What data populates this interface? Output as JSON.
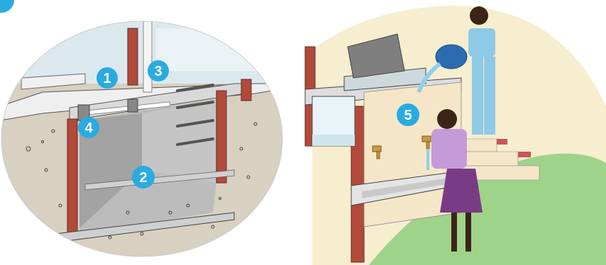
{
  "colors": {
    "badge": "#29abe2",
    "soil": "#d8d0c0",
    "sky": "#dbe9ef",
    "brick": "#b24a3c",
    "tank_wall": "#9a9a9a",
    "tank_interior": "#b9b9b9",
    "wall_cream": "#f6e6c8",
    "grass": "#9fd38a",
    "backdrop": "#f7edcf",
    "sink": "#e4e4e4",
    "tap": "#c99a3c",
    "water": "#8fd0ec"
  },
  "labels": {
    "one": "1",
    "two": "2",
    "three": "3",
    "four": "4",
    "five": "5"
  },
  "icons": [
    "water-tank-cross-section",
    "handwashing-station",
    "person-pouring-water",
    "person-washing-hands",
    "tap-icon"
  ]
}
